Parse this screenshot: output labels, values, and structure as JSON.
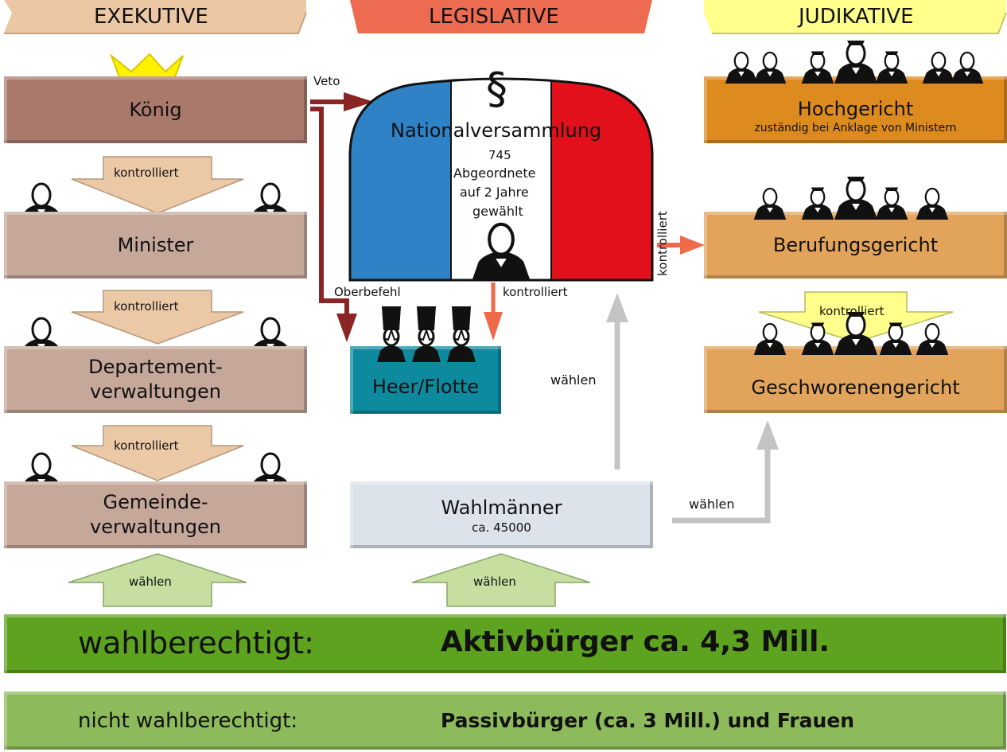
{
  "headers": {
    "executive": "EXEKUTIVE",
    "legislative": "LEGISLATIVE",
    "judicative": "JUDIKATIVE"
  },
  "executive": {
    "koenig": "König",
    "minister": "Minister",
    "departement_line1": "Departement-",
    "departement_line2": "verwaltungen",
    "gemeinde_line1": "Gemeinde-",
    "gemeinde_line2": "verwaltungen",
    "kontrolliert": "kontrolliert",
    "waehlen": "wählen"
  },
  "legislative": {
    "paragraph": "§",
    "name": "Nationalversammlung",
    "count": "745",
    "desc1": "Abgeordnete",
    "desc2": "auf 2 Jahre",
    "desc3": "gewählt",
    "veto": "Veto",
    "oberbefehl": "Oberbefehl",
    "kontrolliert": "kontrolliert",
    "heer": "Heer/Flotte",
    "waehlen_vertical": "wählen",
    "wahlmaenner": "Wahlmänner",
    "wahlmaenner_count": "ca. 45000",
    "waehlen": "wählen",
    "kontrolliert_vertical": "kontrolliert"
  },
  "judicative": {
    "hochgericht": "Hochgericht",
    "hochgericht_sub": "zuständig bei Anklage von Ministern",
    "berufungsgericht": "Berufungsgericht",
    "kontrolliert": "kontrolliert",
    "geschworenengericht": "Geschworenengericht",
    "waehlen": "wählen"
  },
  "bottom": {
    "active_label": "wahlberechtigt:",
    "active_value": "Aktivbürger ca. 4,3 Mill.",
    "passive_label": "nicht wahlberechtigt:",
    "passive_value": "Passivbürger (ca. 3 Mill.) und Frauen"
  },
  "colors": {
    "executive_header": "#ebc7a4",
    "legislative_header": "#ed6b50",
    "judicative_header": "#ffff8c",
    "koenig": "#a97a6c",
    "exec_boxes": "#c5a89a",
    "heer": "#0e8a9e",
    "hochgericht": "#dd8a1f",
    "court": "#e2a45a",
    "wahlmaenner": "#dce3ea",
    "active": "#5da31f",
    "passive": "#8dbb5b",
    "french_blue": "#2f82c6",
    "french_red": "#e2101b",
    "arrow_dark_red": "#8b2424",
    "arrow_orange": "#ef6a4b",
    "arrow_grey": "#c4c4c4",
    "arrow_light_green": "#c6dea0",
    "arrow_beige": "#ecc9a6",
    "crown": "#fff200"
  }
}
